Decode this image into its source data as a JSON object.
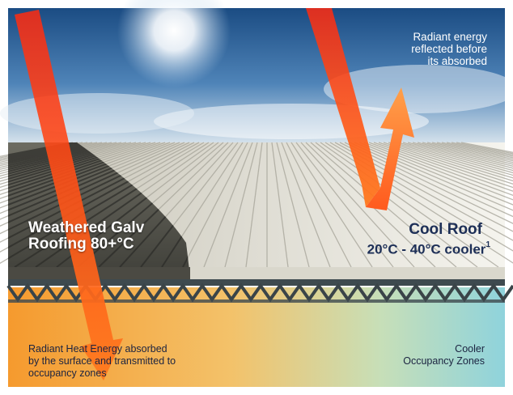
{
  "labels": {
    "reflected": [
      "Radiant energy",
      "reflected before",
      "its absorbed"
    ],
    "galv": [
      "Weathered Galv",
      "Roofing 80+°C"
    ],
    "cool_roof_title": "Cool Roof",
    "cool_roof_sub": "20°C - 40°C cooler",
    "cool_roof_footnote": "1",
    "absorbed": [
      "Radiant Heat Energy absorbed",
      "by the surface and transmitted to",
      "occupancy zones"
    ],
    "cooler": [
      "Cooler",
      "Occupancy Zones"
    ]
  },
  "colors": {
    "sky_top": "#1e4f86",
    "sky_bottom": "#cfe0ee",
    "arrow": "#ff5a1e",
    "cool_text": "#1d2f57",
    "warm_zone": "#f7a23a",
    "cool_zone": "#8fd0d6"
  }
}
